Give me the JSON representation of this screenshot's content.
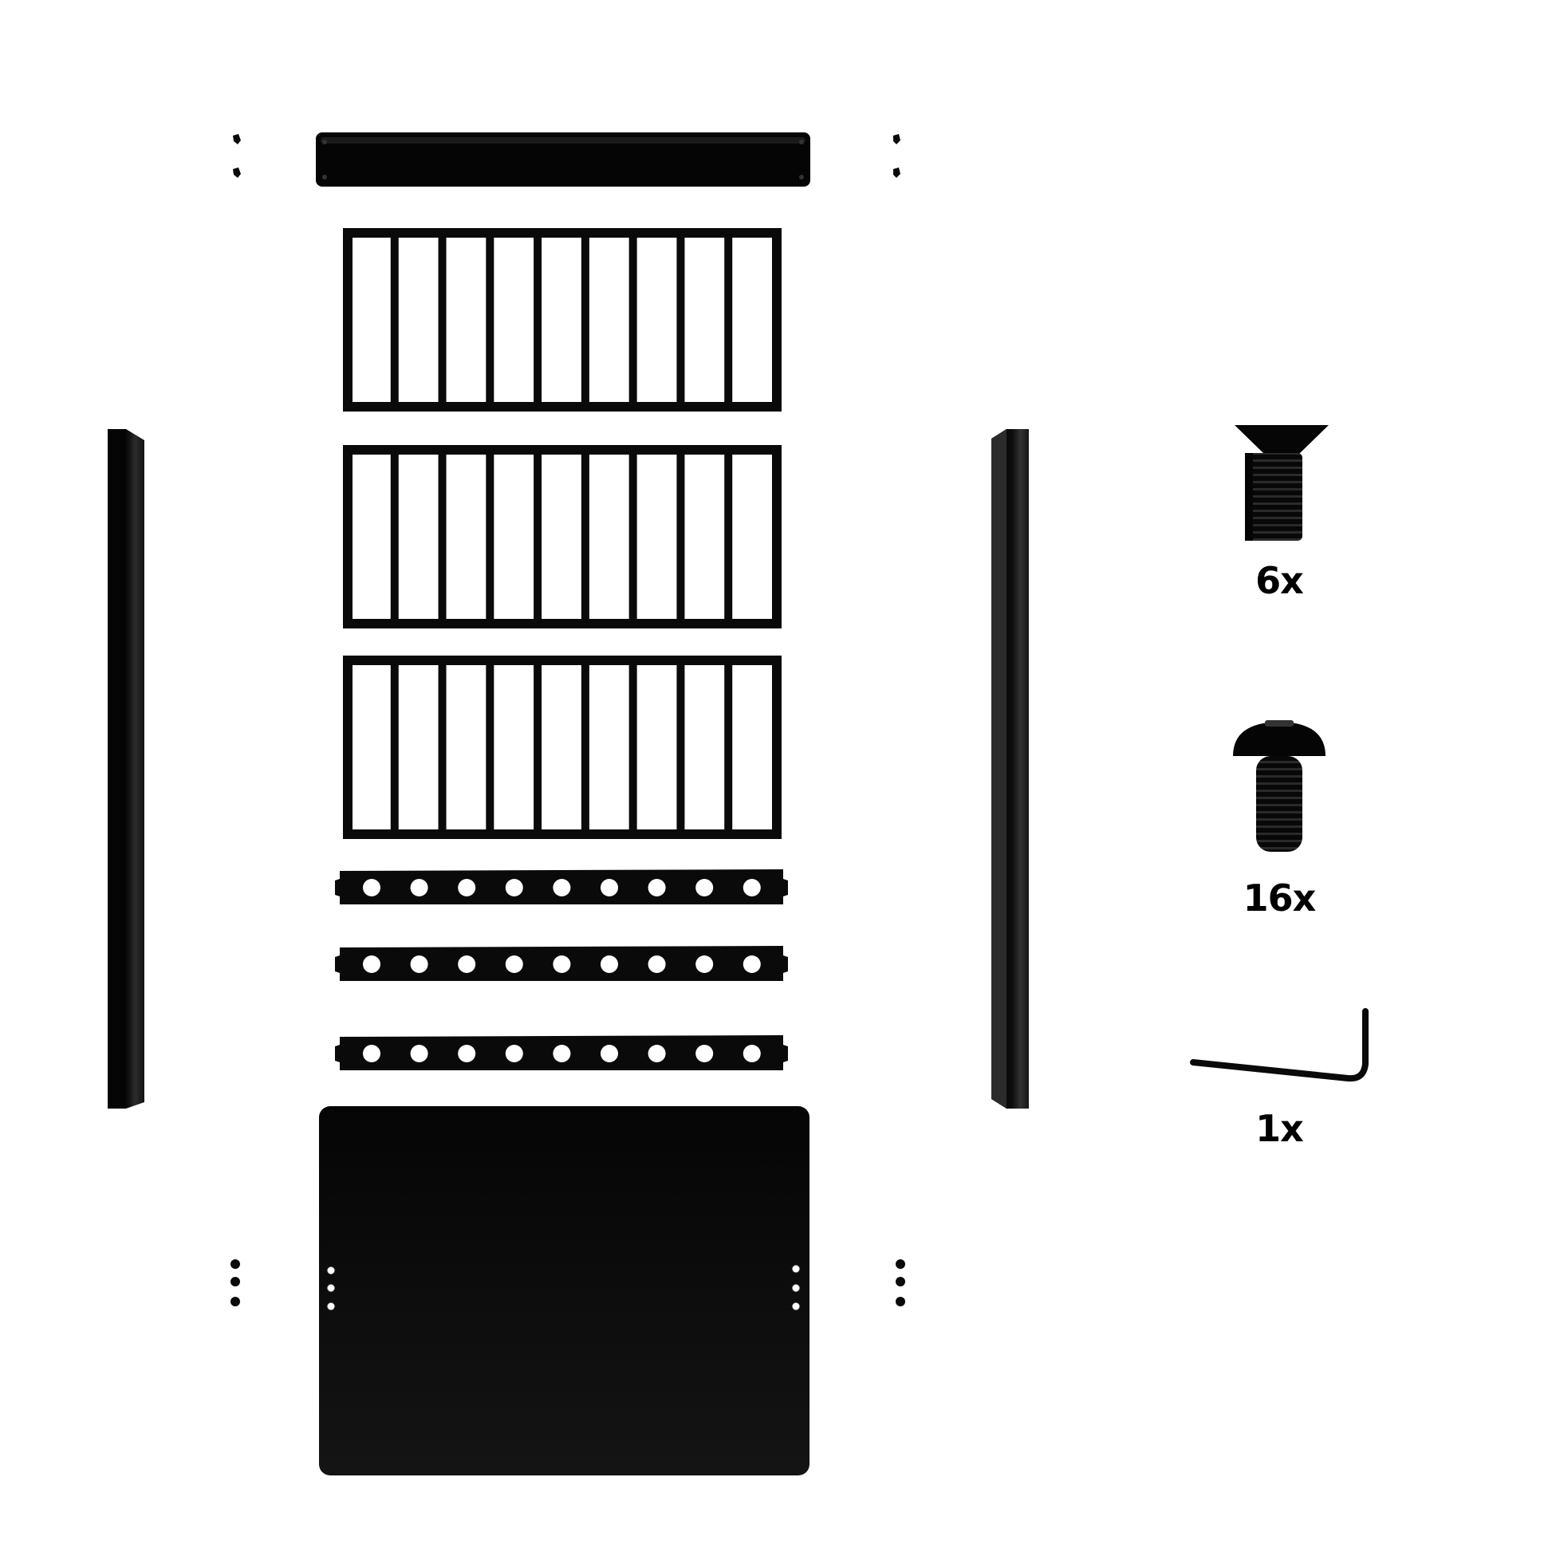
{
  "colors": {
    "background": "#ffffff",
    "part": "#0a0a0a",
    "part_highlight": "#2a2a2a",
    "text": "#111111"
  },
  "parts": {
    "top_rail": {
      "icon": "top-rail-bar"
    },
    "grille_panels": {
      "count": 3,
      "bars_per_panel": 9
    },
    "perforated_strips": {
      "count": 3,
      "holes_per_strip": 9
    },
    "side_posts": {
      "count": 2
    },
    "base_plate": {
      "icon": "base-plate"
    }
  },
  "hardware": [
    {
      "icon": "countersunk-screw-icon",
      "quantity": "6x"
    },
    {
      "icon": "button-head-bolt-icon",
      "quantity": "16x"
    },
    {
      "icon": "hex-key-icon",
      "quantity": "1x"
    }
  ]
}
